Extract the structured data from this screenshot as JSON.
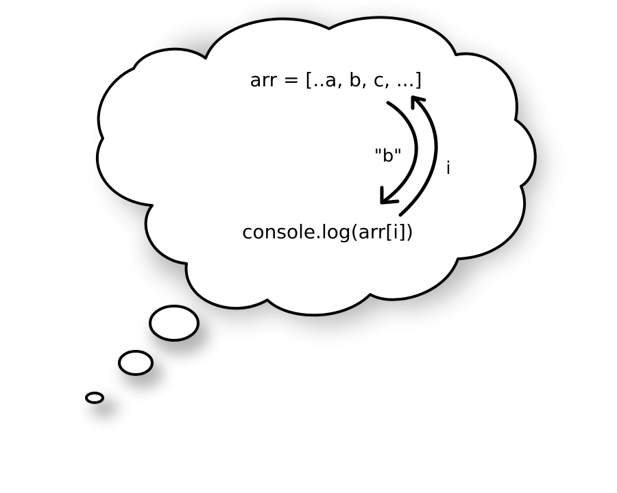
{
  "diagram": {
    "array_line": "arr = [..a, b, c, ...]",
    "value_label": "\"b\"",
    "index_label": "i",
    "code_line": "console.log(arr[i])"
  },
  "colors": {
    "background": "#ffffff",
    "outline": "#000000",
    "fill": "#ffffff",
    "shadow": "#7a7a7a"
  },
  "icons": {
    "down_arrow": "curved-arrow-down-left",
    "up_arrow": "curved-arrow-up"
  }
}
